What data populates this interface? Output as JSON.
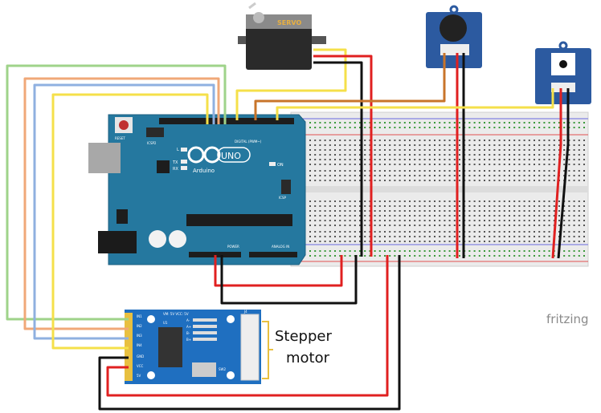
{
  "servo": {
    "label": "SERVO"
  },
  "arduino": {
    "brand": "Arduino",
    "model": "UNO",
    "reset": "RESET",
    "icsp2": "ICSP2",
    "icsp": "ICSP",
    "led_l": "L",
    "led_tx": "TX",
    "led_rx": "RX",
    "led_on": "ON",
    "digital": "DIGITAL (PWM~)",
    "power": "POWER",
    "analog": "ANALOG IN"
  },
  "driver": {
    "pins": [
      "IN1",
      "IN2",
      "IN3",
      "IN4",
      "GND",
      "VCC",
      "5V"
    ],
    "j4": "J4",
    "sw2": "SW2",
    "u1": "U1",
    "leds": [
      "A-",
      "A+",
      "B-",
      "B+"
    ],
    "vcc_label": "VM: 5V VCC: 5V"
  },
  "annotation": {
    "line1": "Stepper",
    "line2": "motor"
  },
  "watermark": "fritzing",
  "colors": {
    "board": "#25789f",
    "driver_board": "#1f6fc0",
    "module": "#2c5aa0",
    "wire_green": "#9fd38a",
    "wire_orange": "#f0a878",
    "wire_blue": "#8fb0e0",
    "wire_yellow": "#f5e04a",
    "wire_brown": "#c8742a",
    "wire_red": "#e02020",
    "wire_black": "#111111"
  }
}
